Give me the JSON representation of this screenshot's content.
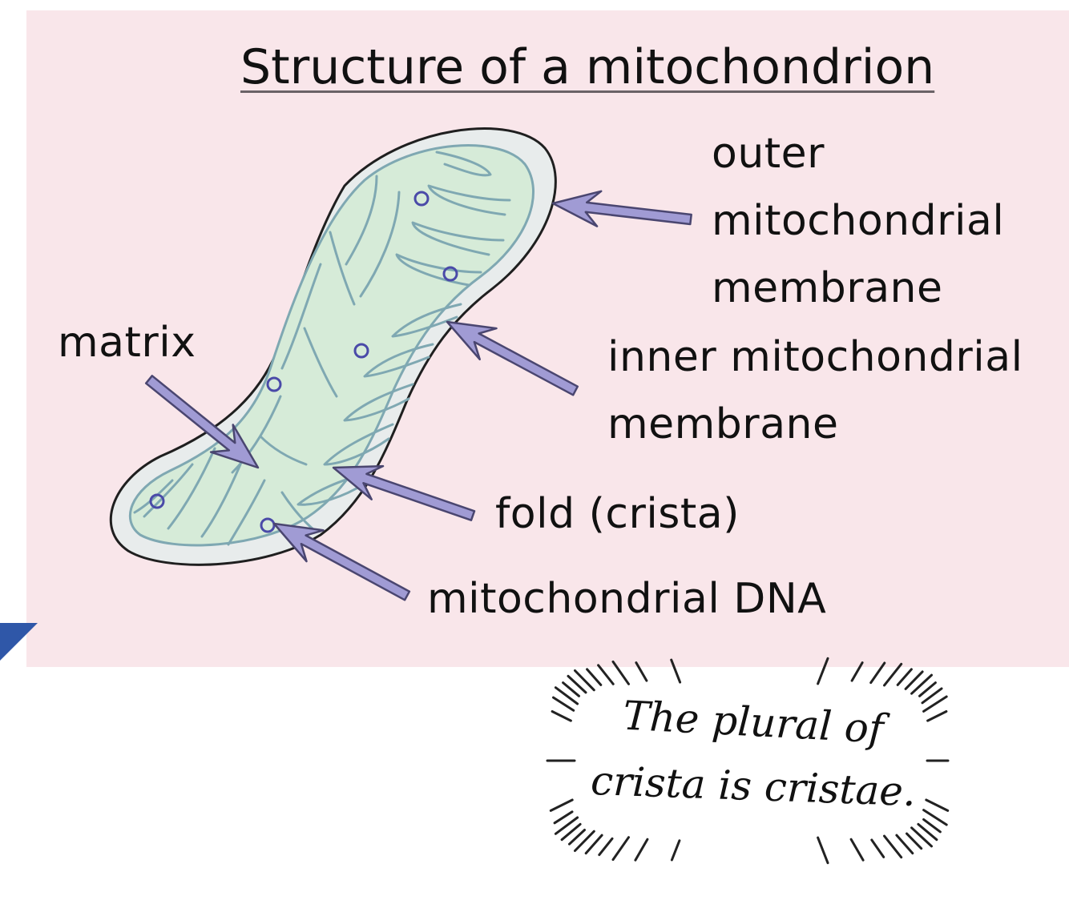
{
  "title": "Structure of a mitochondrion",
  "labels": {
    "outer_membrane": "outer\nmitochondrial\nmembrane",
    "inner_membrane": "inner mitochondrial\nmembrane",
    "matrix": "matrix",
    "fold": "fold (crista)",
    "dna": "mitochondrial DNA"
  },
  "note": {
    "line1": "The plural of",
    "line2": "crista is cristae."
  },
  "colors": {
    "panel_background": "#f9e6ea",
    "outer_membrane_fill": "#e8ecec",
    "matrix_fill": "#d6ebd8",
    "inner_membrane_stroke": "#7fa8b2",
    "dna_circle": "#4a4aa8",
    "arrow_fill": "#a09bd4",
    "arrow_stroke": "#4a4670",
    "corner_shape": "#2f57a8"
  }
}
